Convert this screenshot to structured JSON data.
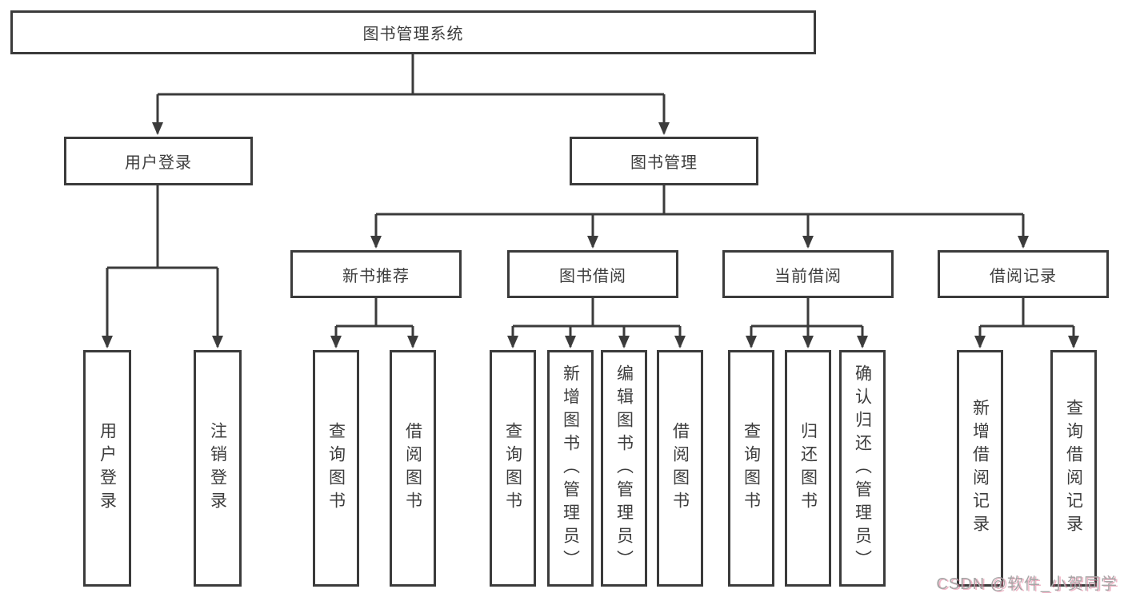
{
  "diagram": {
    "title": "图书管理系统",
    "tree": {
      "label": "图书管理系统",
      "children": [
        {
          "label": "用户登录",
          "children": [
            {
              "label": "用户登录"
            },
            {
              "label": "注销登录"
            }
          ]
        },
        {
          "label": "图书管理",
          "children": [
            {
              "label": "新书推荐",
              "children": [
                {
                  "label": "查询图书"
                },
                {
                  "label": "借阅图书"
                }
              ]
            },
            {
              "label": "图书借阅",
              "children": [
                {
                  "label": "查询图书"
                },
                {
                  "label": "新增图书（管理员）"
                },
                {
                  "label": "编辑图书（管理员）"
                },
                {
                  "label": "借阅图书"
                }
              ]
            },
            {
              "label": "当前借阅",
              "children": [
                {
                  "label": "查询图书"
                },
                {
                  "label": "归还图书"
                },
                {
                  "label": "确认归还（管理员）"
                }
              ]
            },
            {
              "label": "借阅记录",
              "children": [
                {
                  "label": "新增借阅记录"
                },
                {
                  "label": "查询借阅记录"
                }
              ]
            }
          ]
        }
      ]
    },
    "colors": {
      "line": "#3b3b3b",
      "box_border": "#3b3b3b",
      "text": "#3d3d3d",
      "background": "#ffffff",
      "watermark_text": "#a6a6a6",
      "watermark_shadow": "#de5d83"
    }
  },
  "watermark": {
    "text": "CSDN @软件_小贺同学"
  }
}
